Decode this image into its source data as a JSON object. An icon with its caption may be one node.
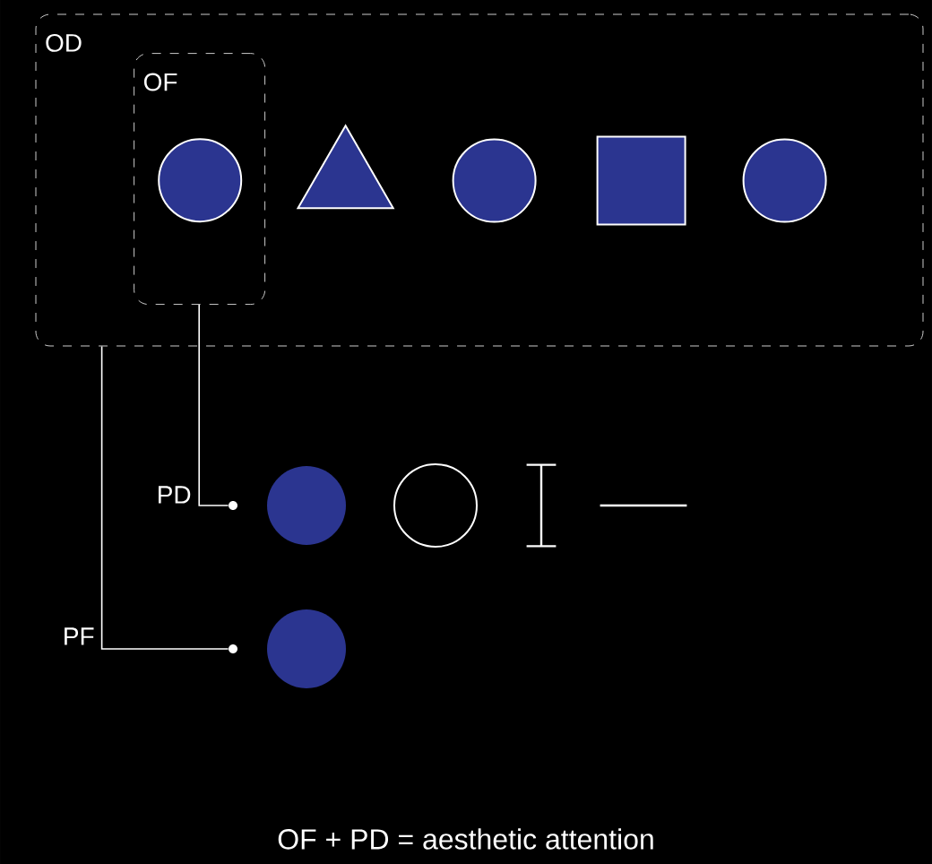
{
  "diagram": {
    "caption": "OF + PD = aesthetic attention",
    "nodes": [
      {
        "text": [
          "OD"
        ]
      },
      {
        "text": [
          "OF"
        ],
        "in": 0
      },
      {
        "text": [],
        "shape": "circle",
        "in": 1
      },
      {
        "text": [],
        "shape": "triangle",
        "in": 0
      },
      {
        "text": [],
        "shape": "circle",
        "in": 0
      },
      {
        "text": [],
        "shape": "box",
        "in": 0
      },
      {
        "text": [],
        "shape": "circle",
        "in": 0
      },
      {
        "text": [],
        "shape": "circle"
      },
      {
        "text": [],
        "shape": "circle"
      },
      {
        "text": [],
        "shape": "circle"
      },
      {
        "text": [],
        "shape": "bar"
      },
      {
        "text": [],
        "shape": "line"
      },
      {
        "text": [],
        "shape": "circle"
      },
      {
        "text": [],
        "shape": "circle"
      }
    ],
    "edges": [
      {
        "from": 1,
        "to": 7,
        "arrow": "none",
        "label": "PD"
      },
      {
        "from": 0,
        "to": 12,
        "arrow": "none",
        "label": "PF"
      }
    ]
  }
}
